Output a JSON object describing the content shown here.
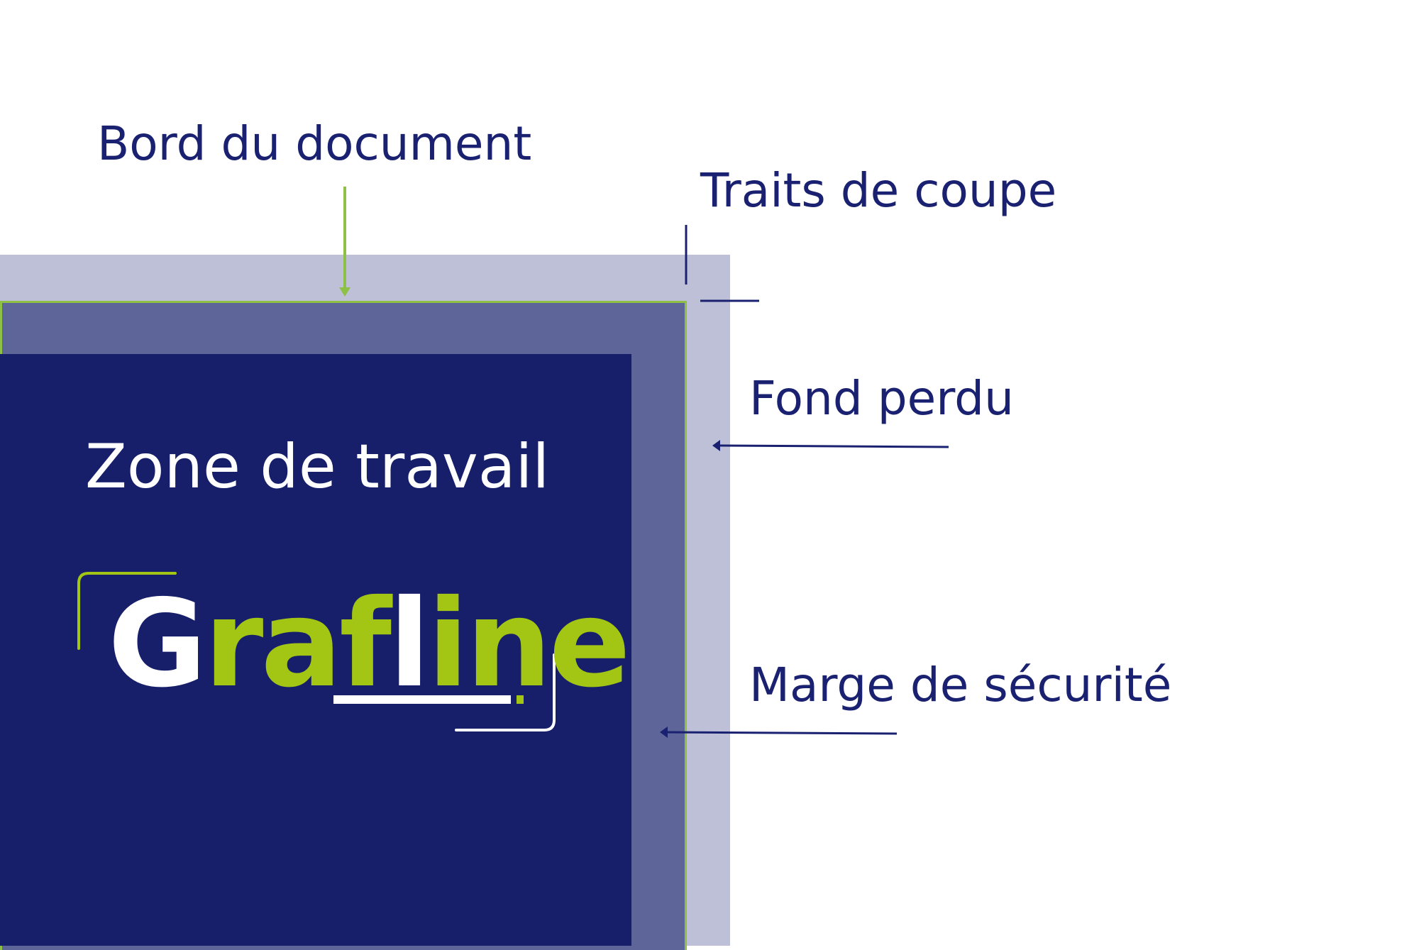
{
  "labels": {
    "bord": "Bord du document",
    "traits": "Traits de coupe",
    "fond": "Fond perdu",
    "marge": "Marge de sécurité",
    "zone": "Zone de travail"
  },
  "logo": {
    "text": "Grafline"
  },
  "colors": {
    "navy": "#171f6b",
    "label": "#1a2170",
    "bleed": "#bdc0d6",
    "safety": "#5e6699",
    "green": "#8dc044",
    "logo_green": "#a3c614"
  }
}
